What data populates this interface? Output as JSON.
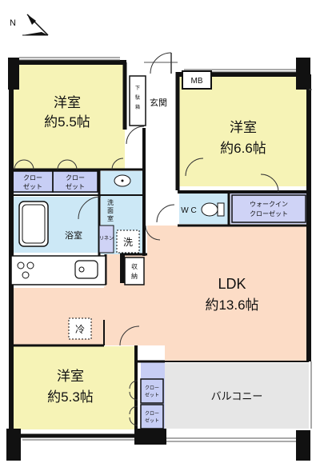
{
  "compass": {
    "north_label": "N"
  },
  "rooms": {
    "western1": {
      "name": "洋室",
      "area": "約5.5帖"
    },
    "western2": {
      "name": "洋室",
      "area": "約6.6帖"
    },
    "western3": {
      "name": "洋室",
      "area": "約5.3帖"
    },
    "ldk": {
      "name": "LDK",
      "area": "約13.6帖"
    },
    "entrance": "玄関",
    "shoe_box": "下駄箱",
    "mb": "MB",
    "bath": "浴室",
    "washroom": "洗面室",
    "wc": "W C",
    "walk_in_closet": "ウォークイン クローゼット",
    "balcony": "バルコニー",
    "storage": "収納",
    "washer": "洗",
    "fridge": "冷",
    "linen": "リネン庫",
    "closet_label": "クロー ゼット"
  },
  "colors": {
    "western": "#f6f3b6",
    "ldk": "#fcdcc6",
    "wet_area": "#cce8f6",
    "wic": "#cfd3f6",
    "closet": "#c7cef5",
    "wall": "#111111",
    "balcony": "#e6e6e6"
  }
}
